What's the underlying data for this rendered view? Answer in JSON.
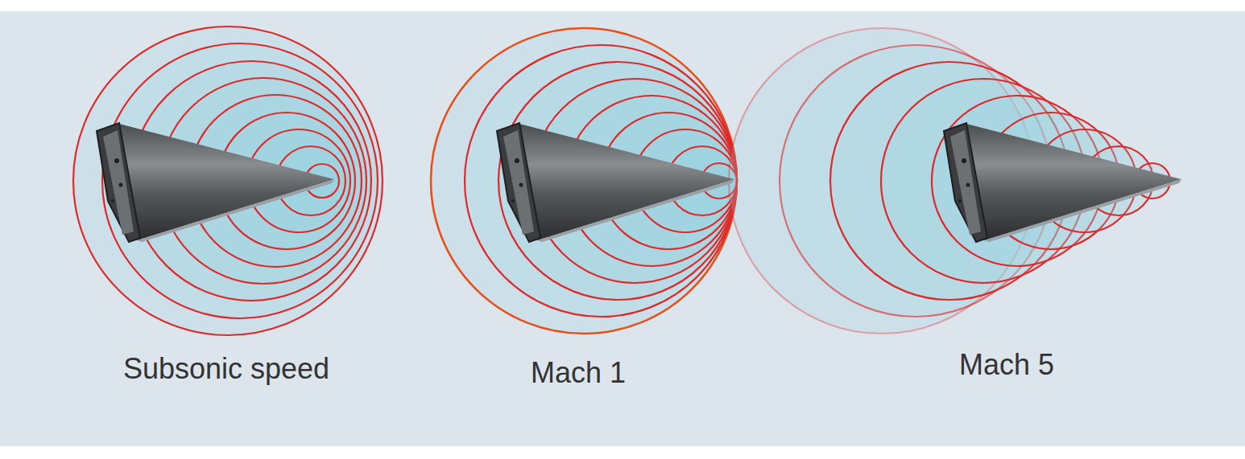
{
  "diagram": {
    "labels": [
      "Subsonic speed",
      "Mach 1",
      "Mach 5"
    ]
  }
}
